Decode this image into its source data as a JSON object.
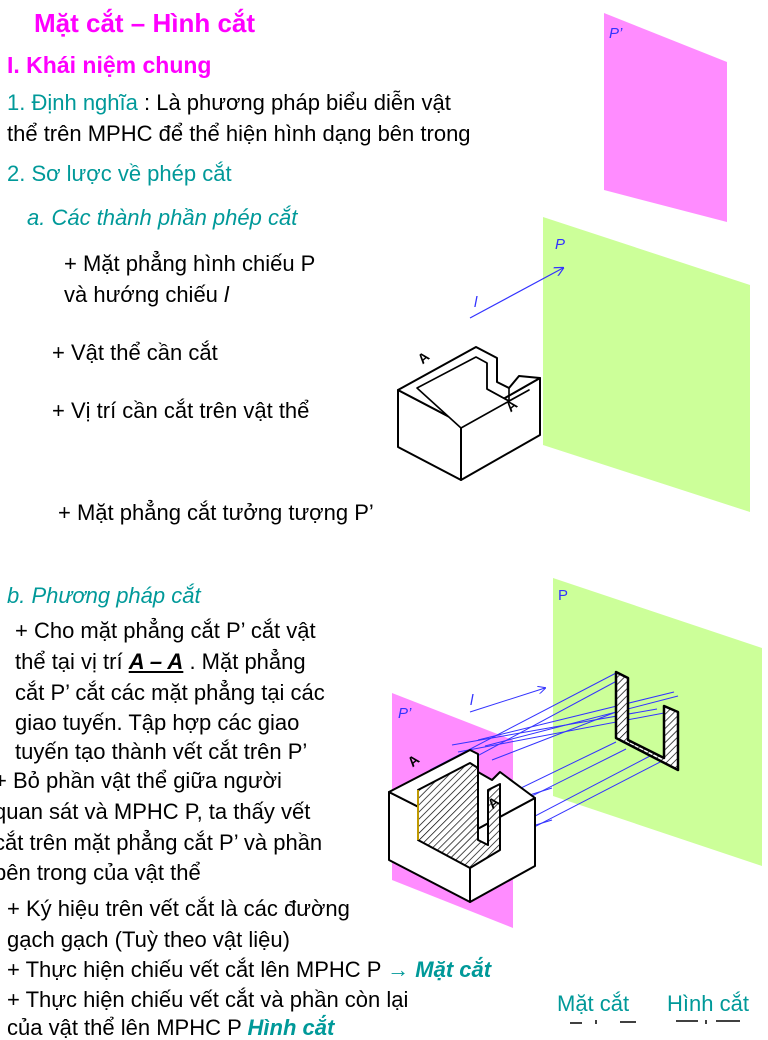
{
  "title": "Mặt cắt – Hình cắt",
  "section1": "I. Khái niệm chung",
  "definition": {
    "label": "1. Định nghĩa",
    "text_line1": " : Là phương pháp biểu diễn vật",
    "text_line2": "thể trên MPHC để thể hiện hình dạng bên trong"
  },
  "section2": "2. Sơ lược về phép cắt",
  "part_a": {
    "heading": "a. Các thành phần phép cắt",
    "item1_line1": "+ Mặt phẳng hình chiếu P",
    "item1_line2": "và hướng chiếu ",
    "item1_dir": "l",
    "item2": "+ Vật thể cần cắt",
    "item3": "+ Vị trí cần cắt trên vật thể",
    "item4": "+ Mặt phẳng cắt tưởng tượng P’"
  },
  "part_b": {
    "heading": "b. Phương pháp cắt",
    "p1_line1": "+ Cho mặt phẳng cắt P’ cắt vật",
    "p1_line2a": "thể tại vị trí ",
    "p1_line2b": "A – A",
    "p1_line2c": " . Mặt phẳng",
    "p1_line3": "cắt P’ cắt các mặt phẳng tại các",
    "p1_line4": "giao tuyến. Tập hợp các giao",
    "p1_line5": "tuyến tạo thành vết cắt trên P’",
    "p2_line1": "+ Bỏ phần vật thể giữa người",
    "p2_line2": "quan sát và MPHC P, ta thấy vết",
    "p2_line3": "cắt trên mặt phẳng cắt P’ và phần",
    "p2_line4": "bên trong của vật thể",
    "p3_line1": "+ Ký hiệu trên vết cắt là các đường",
    "p3_line2": "gạch gạch (Tuỳ theo vật liệu)",
    "p4_text": "+ Thực hiện chiếu vết cắt lên MPHC P ",
    "p4_arrow": "→",
    "p4_result": " Mặt cắt",
    "p5_line1": "+ Thực hiện chiếu vết cắt và phần còn lại",
    "p5_line2": "của vật thể lên MPHC P ",
    "p5_result": "Hình cắt"
  },
  "bottom_labels": {
    "mat_cat": "Mặt cắt",
    "hinh_cat": "Hình cắt"
  },
  "diagram_labels": {
    "plane_p_prime": "P’",
    "plane_p": "P",
    "direction": "l",
    "cut_mark": "A"
  },
  "colors": {
    "magenta_plane": "#ff8cff",
    "green_plane": "#ccff99",
    "heading_magenta": "#ff00ff",
    "teal": "#009999",
    "arrow_blue": "#3333ff"
  }
}
